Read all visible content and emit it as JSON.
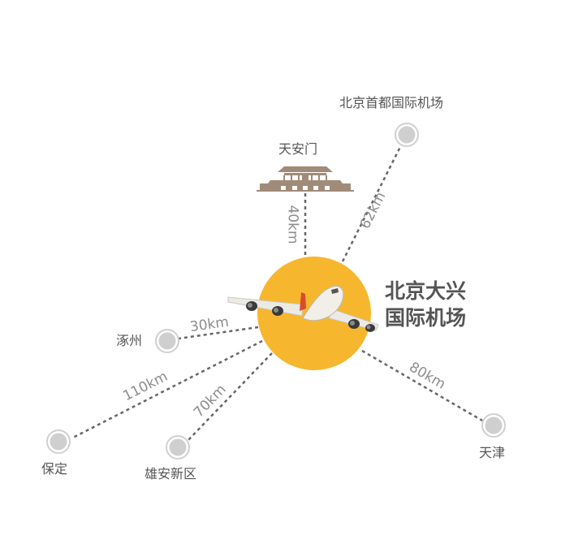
{
  "hub": {
    "line1": "北京大兴",
    "line2": "国际机场",
    "circle_color": "#f6b72e",
    "icon": "airplane-icon"
  },
  "destinations": {
    "capital_airport": {
      "name": "北京首都国际机场",
      "distance": "62km"
    },
    "tiananmen": {
      "name": "天安门",
      "distance": "40km",
      "icon": "tiananmen-gate-icon"
    },
    "zhuozhou": {
      "name": "涿州",
      "distance": "30km"
    },
    "baoding": {
      "name": "保定",
      "distance": "110km"
    },
    "xiongan": {
      "name": "雄安新区",
      "distance": "70km"
    },
    "tianjin": {
      "name": "天津",
      "distance": "80km"
    }
  },
  "colors": {
    "line": "#666666",
    "node": "#cfcfcf",
    "tiananmen": "#a08b78",
    "text": "#555555",
    "distance_text": "#8c8c8c"
  }
}
